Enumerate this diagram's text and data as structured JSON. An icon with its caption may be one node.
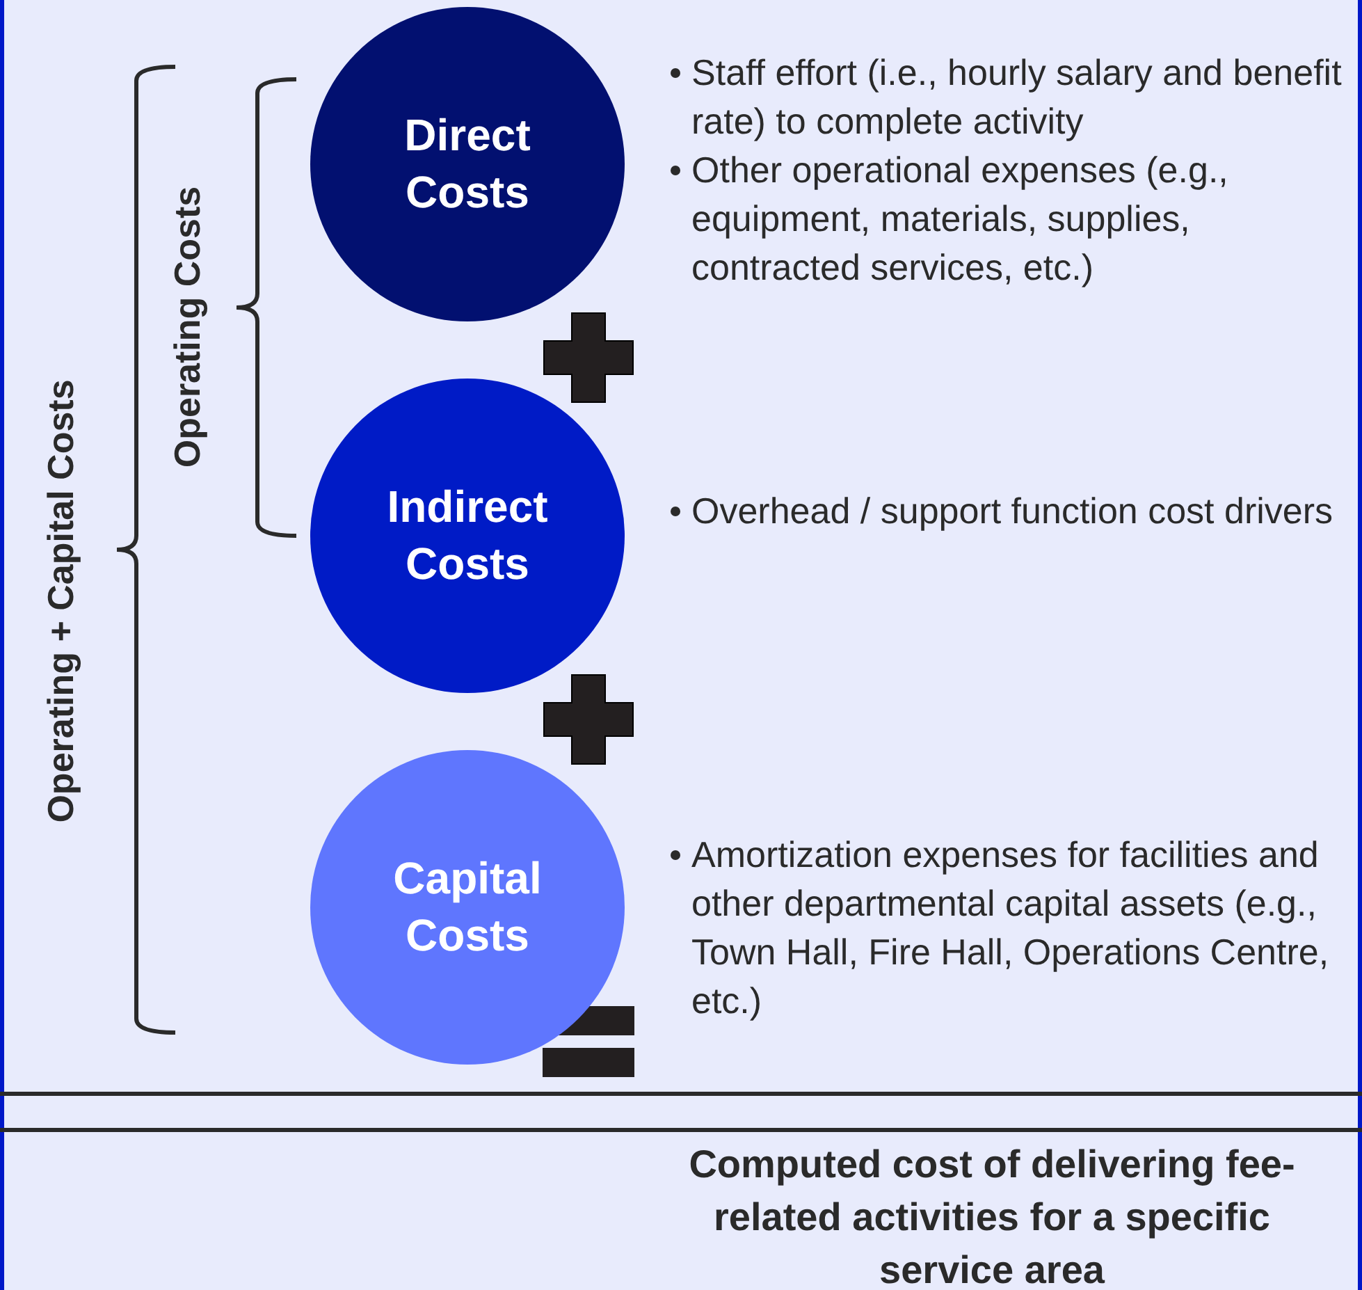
{
  "diagram": {
    "nodes": [
      {
        "text": [
          "Direct Costs"
        ],
        "beside": [
          "Staff effort (i.e., hourly salary and benefit rate) to complete activity",
          "Other operational expenses (e.g., equipment, materials, supplies, contracted services, etc.)"
        ]
      },
      {
        "text": [
          "Indirect Costs"
        ],
        "beside": [
          "Overhead / support function cost drivers"
        ]
      },
      {
        "text": [
          "Capital Costs"
        ],
        "beside": [
          "Amortization expenses for facilities and other departmental capital assets (e.g., Town Hall, Fire Hall, Operations Centre, etc.)"
        ]
      }
    ],
    "edges": [],
    "labels": [
      "Operating + Capital Costs",
      "Operating Costs",
      "Computed cost of delivering fee-related activities for a specific service area"
    ]
  }
}
